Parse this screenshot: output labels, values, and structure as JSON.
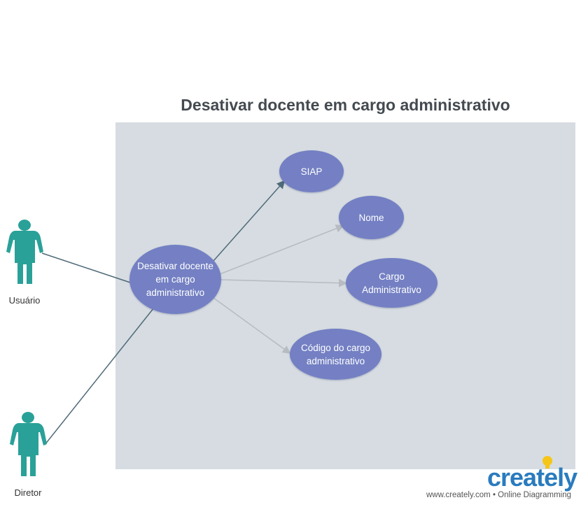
{
  "diagram": {
    "title": "Desativar docente em cargo administrativo",
    "actors": [
      {
        "id": "usuario",
        "label": "Usuário"
      },
      {
        "id": "diretor",
        "label": "Diretor"
      }
    ],
    "use_cases": {
      "main": "Desativar docente em cargo administrativo",
      "siap": "SIAP",
      "nome": "Nome",
      "cargo": "Cargo Administrativo",
      "codigo": "Código do cargo administrativo"
    },
    "colors": {
      "boundary": "#d6dce1",
      "use_case": "#7480c3",
      "actor": "#2aa198",
      "association": "#4f6a78",
      "include": "#b6bcc1"
    }
  },
  "footer": {
    "brand": "creately",
    "text": "www.creately.com • Online Diagramming"
  }
}
